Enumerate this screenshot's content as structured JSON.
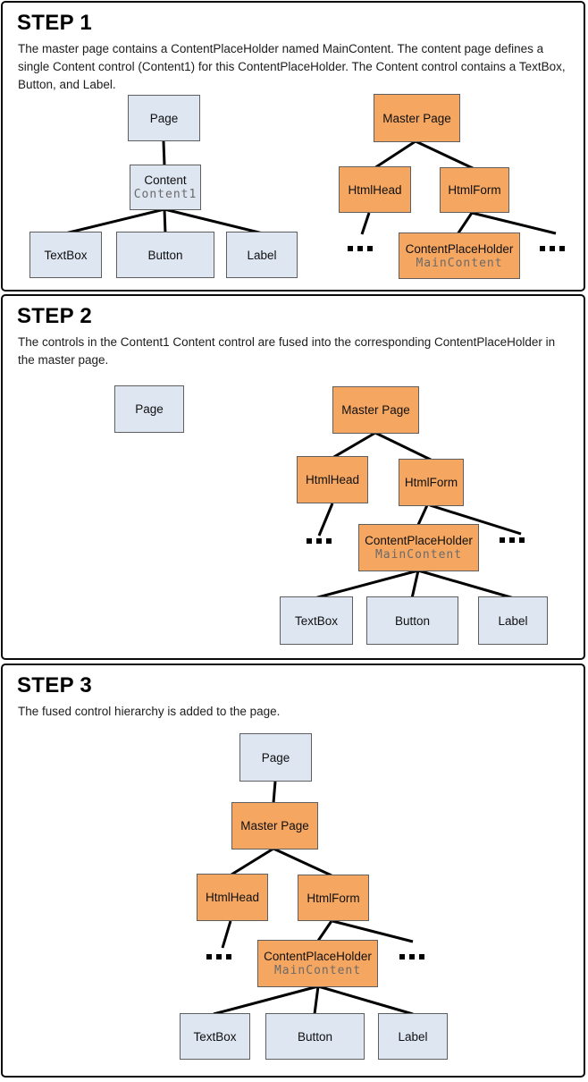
{
  "steps": [
    {
      "title": "STEP 1",
      "description": "The master page contains a ContentPlaceHolder named MainContent. The content page defines a single Content control (Content1) for this ContentPlaceHolder. The Content control contains a TextBox, Button, and Label."
    },
    {
      "title": "STEP 2",
      "description": "The controls in the Content1 Content control are fused into the corresponding ContentPlaceHolder in the master page."
    },
    {
      "title": "STEP 3",
      "description": "The fused control hierarchy is added to the page."
    }
  ],
  "nodes": {
    "page": "Page",
    "content": "Content",
    "content_id": "Content1",
    "textbox": "TextBox",
    "button": "Button",
    "label": "Label",
    "master_page": "Master Page",
    "html_head": "HtmlHead",
    "html_form": "HtmlForm",
    "content_placeholder": "ContentPlaceHolder",
    "main_content": "MainContent",
    "ellipsis": "..."
  },
  "colors": {
    "content_page_fill": "#dee6f2",
    "master_page_fill": "#f5a661",
    "box_border": "#5f5f5f",
    "connector": "#000000",
    "sub_label": "#6a6a6a",
    "panel_border": "#0a0a0a"
  }
}
